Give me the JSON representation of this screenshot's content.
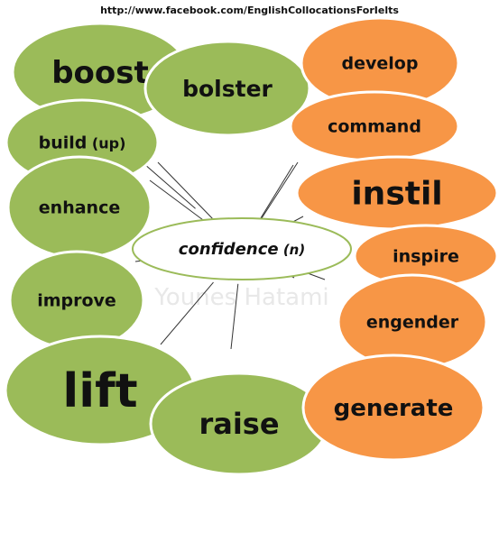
{
  "header": {
    "url": "http://www.facebook.com/EnglishCollocationsForIelts"
  },
  "center": {
    "word": "confidence",
    "pos": "(n)"
  },
  "watermark": "Younes Hatami",
  "colors": {
    "green": "#9bbb59",
    "green_stroke": "#ffffff",
    "orange": "#f79646",
    "center_stroke": "#9bbb59",
    "line": "#333333"
  },
  "collocates": [
    {
      "id": "boost",
      "label": "boost",
      "color": "green"
    },
    {
      "id": "bolster",
      "label": "bolster",
      "color": "green"
    },
    {
      "id": "build",
      "label": "build",
      "suffix": "(up)",
      "color": "green"
    },
    {
      "id": "enhance",
      "label": "enhance",
      "color": "green"
    },
    {
      "id": "improve",
      "label": "improve",
      "color": "green"
    },
    {
      "id": "lift",
      "label": "lift",
      "color": "green"
    },
    {
      "id": "raise",
      "label": "raise",
      "color": "green"
    },
    {
      "id": "develop",
      "label": "develop",
      "color": "orange"
    },
    {
      "id": "command",
      "label": "command",
      "color": "orange"
    },
    {
      "id": "instil",
      "label": "instil",
      "color": "orange"
    },
    {
      "id": "inspire",
      "label": "inspire",
      "color": "orange"
    },
    {
      "id": "engender",
      "label": "engender",
      "color": "orange"
    },
    {
      "id": "generate",
      "label": "generate",
      "color": "orange"
    }
  ]
}
